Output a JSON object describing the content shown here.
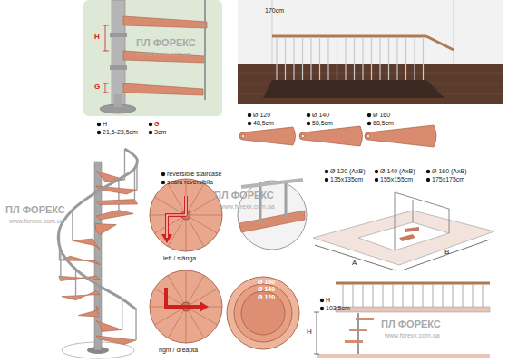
{
  "diagram": {
    "labels": [
      "H",
      "G",
      "H",
      "G",
      "21,5-23,5cm",
      "3cm",
      "170cm",
      "Ø 120",
      "48,5cm",
      "Ø 140",
      "58,5cm",
      "Ø 160",
      "68,5cm",
      "reversible staircase",
      "scara reversibila",
      "left / stânga",
      "right / dreapta",
      "Ø 160",
      "Ø 140",
      "Ø 120",
      "Ø 120 (AxB)",
      "135x135cm",
      "Ø 140 (AxB)",
      "155x155cm",
      "Ø 160 (AxB)",
      "175x175cm",
      "A",
      "B",
      "H",
      "103,5cm",
      "H",
      "ПЛ ФОРЕКС",
      "www.forexx.com.ua",
      "ПЛ ФОРЕКС",
      "www.forexx.com.ua",
      "ПЛ ФОРЕКС",
      "www.forexx.com.ua",
      "ПЛ ФОРЕКС",
      "www.forexx.com.ua"
    ]
  }
}
